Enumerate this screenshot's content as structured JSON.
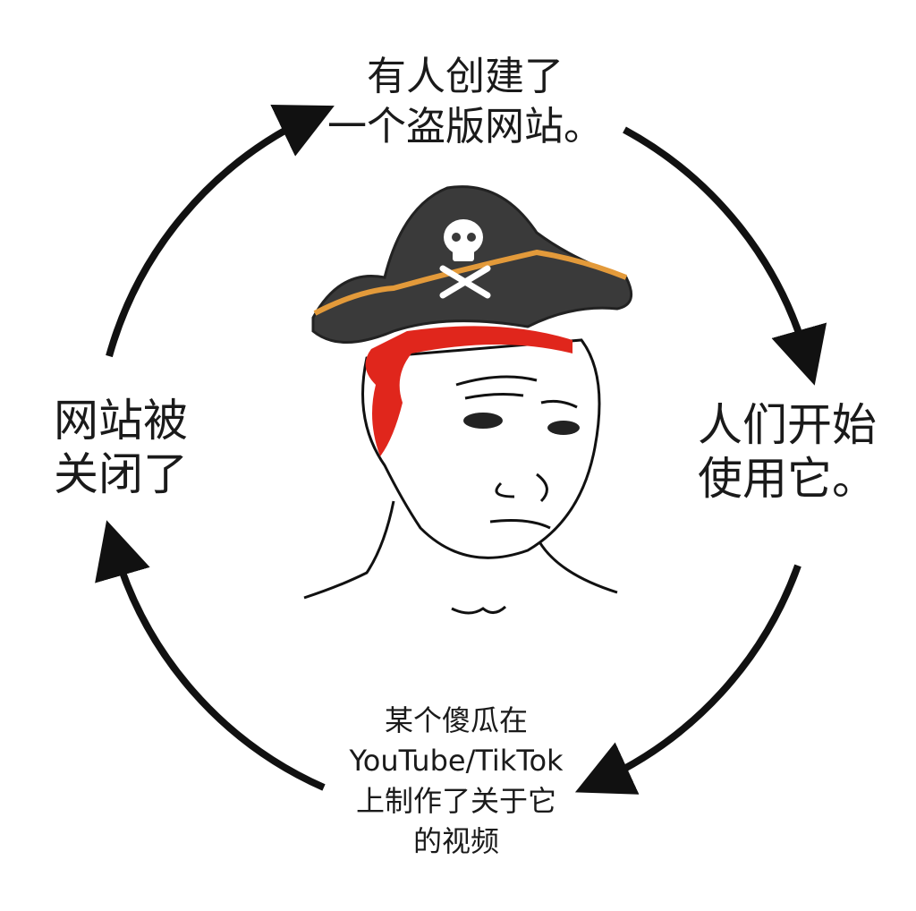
{
  "steps": [
    {
      "line1": "有人创建了",
      "line2": "一个盗版网站。"
    },
    {
      "line1": "人们开始",
      "line2": "使用它。"
    },
    {
      "line1": "某个傻瓜在",
      "line2": "YouTube/TikTok",
      "line3": "上制作了关于它",
      "line4": "的视频"
    },
    {
      "line1": "网站被",
      "line2": "关闭了"
    }
  ],
  "colors": {
    "hat": "#3a3a3a",
    "hat_trim": "#e39a3a",
    "bandana": "#e0261c",
    "arrow": "#111111"
  }
}
